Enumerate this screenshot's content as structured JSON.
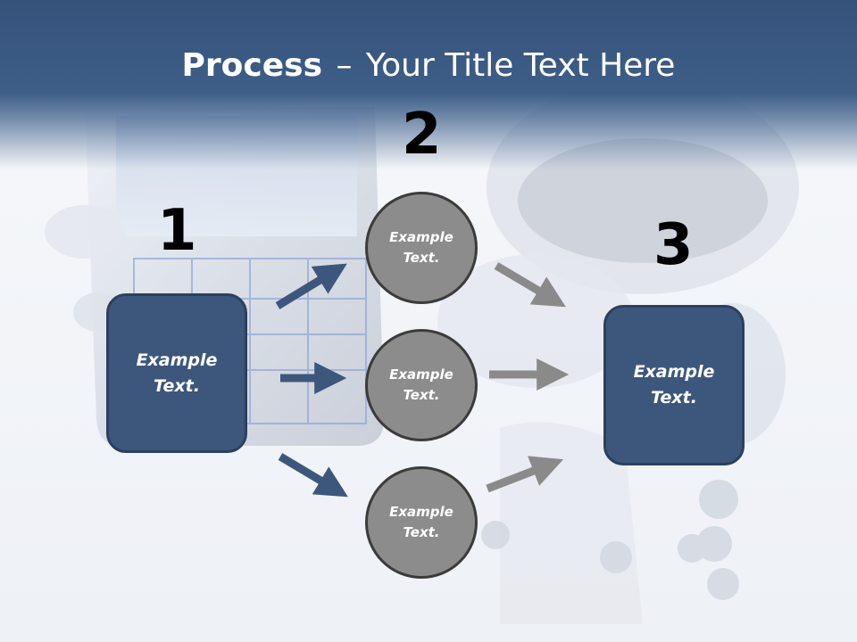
{
  "title": {
    "bold": "Process",
    "separator": "–",
    "rest": "Your Title Text Here"
  },
  "steps": [
    {
      "number": "1",
      "label": "Example\nText."
    },
    {
      "number": "2"
    },
    {
      "number": "3",
      "label": "Example\nText."
    }
  ],
  "circles": [
    {
      "label": "Example\nText."
    },
    {
      "label": "Example\nText."
    },
    {
      "label": "Example\nText."
    }
  ],
  "colors": {
    "header": "#3e5e88",
    "box_fill": "#3d577c",
    "circle_fill": "#8c8c8c",
    "blue_arrow": "#3d577c",
    "gray_arrow": "#8a8a8a"
  }
}
